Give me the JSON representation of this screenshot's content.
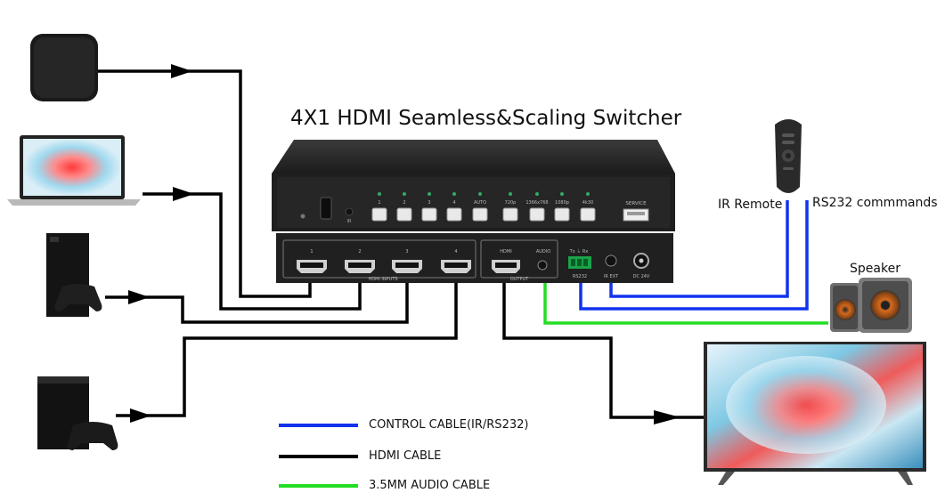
{
  "title": "4X1 HDMI Seamless&Scaling Switcher",
  "labels": {
    "ir_remote": "IR Remote",
    "rs232_commands": "RS232 commmands",
    "speaker": "Speaker"
  },
  "switcher_front": {
    "button_labels": [
      "1",
      "2",
      "3",
      "4",
      "AUTO",
      "720p",
      "1366x768",
      "1080p",
      "4k30"
    ],
    "service": "SERVICE",
    "ir": "IR"
  },
  "switcher_rear": {
    "input_numbers": [
      "1",
      "2",
      "3",
      "4"
    ],
    "hdmi_inputs": "HDMI INPUTS",
    "hdmi": "HDMI",
    "audio": "AUDIO",
    "output": "OUTPUT",
    "rs232": "RS232",
    "ir_ext": "IR EXT",
    "dc": "DC 24V",
    "terminal": "Tx ⏚ Rx"
  },
  "legend": [
    {
      "label": "CONTROL CABLE(IR/RS232)",
      "color": "#1133ee"
    },
    {
      "label": "HDMI CABLE",
      "color": "#000000"
    },
    {
      "label": "3.5MM AUDIO CABLE",
      "color": "#22dd22"
    }
  ],
  "colors": {
    "hdmi_cable": "#000000",
    "control_cable": "#1133ee",
    "audio_cable": "#22dd22",
    "device_body": "#1c1c1c"
  }
}
